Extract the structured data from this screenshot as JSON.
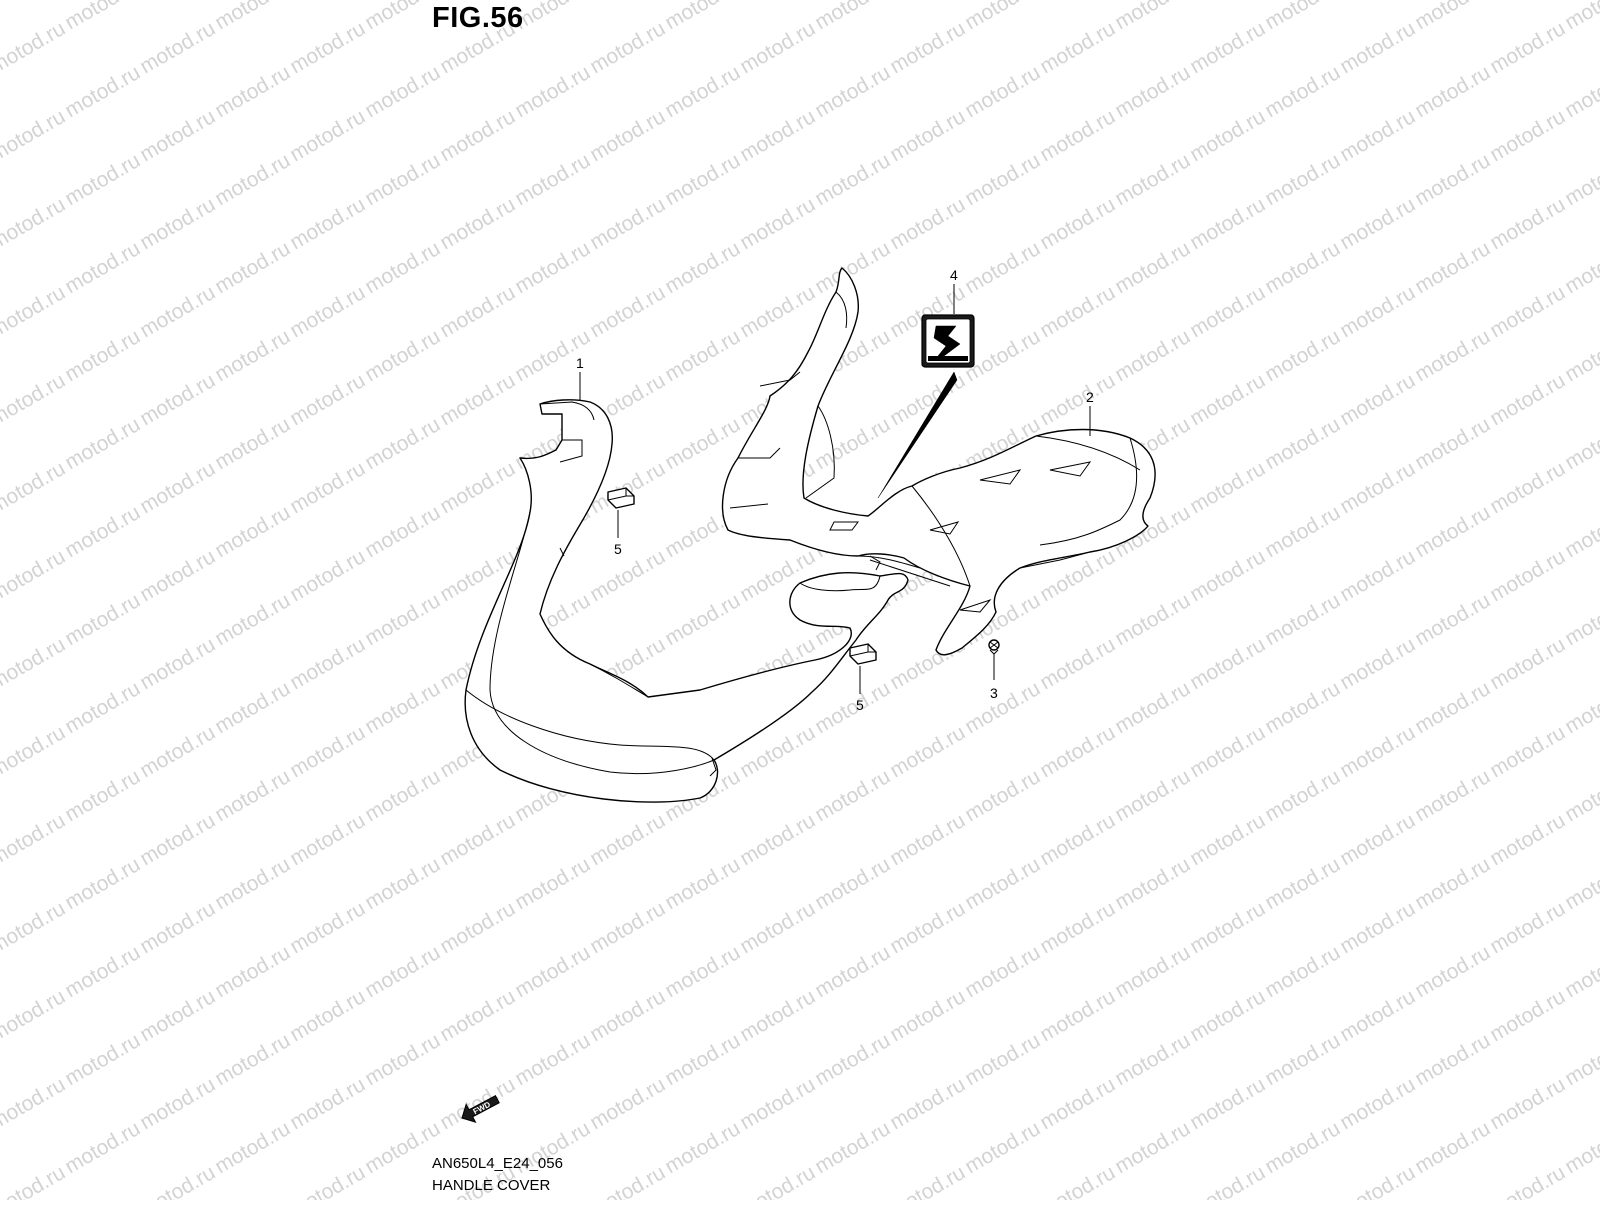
{
  "figure": {
    "title": "FIG.56",
    "code": "AN650L4_E24_056",
    "caption": "HANDLE COVER"
  },
  "watermark": {
    "text": "motod.ru",
    "color": "#d3d3d3"
  },
  "parts": [
    {
      "ref": "1",
      "name": "handle cover, left"
    },
    {
      "ref": "2",
      "name": "handle cover, right"
    },
    {
      "ref": "3",
      "name": "screw"
    },
    {
      "ref": "4",
      "name": "emblem"
    },
    {
      "ref": "5",
      "name": "cushion"
    },
    {
      "ref": "5",
      "name": "cushion"
    }
  ],
  "direction_badge": {
    "text": "FWD",
    "icon": "forward-arrow-icon"
  }
}
